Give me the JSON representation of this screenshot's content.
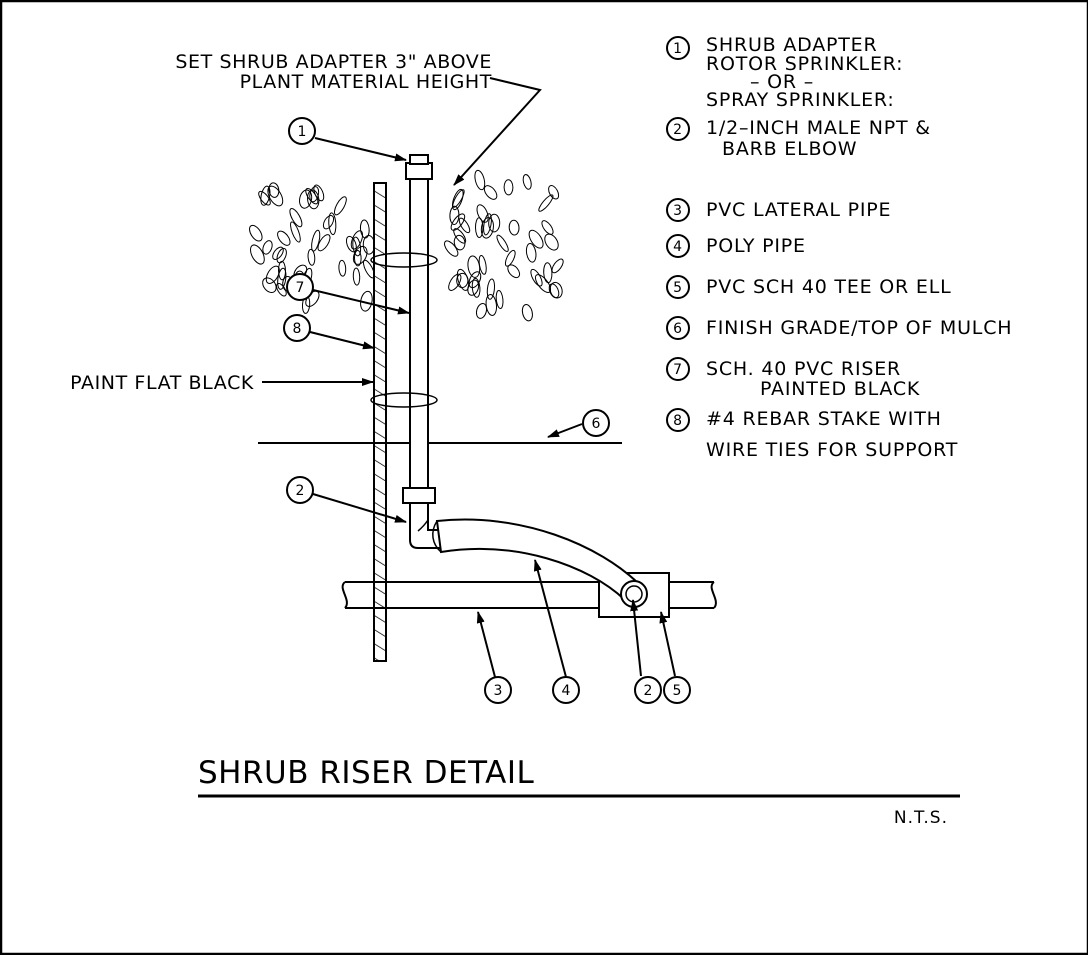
{
  "notes": {
    "shrub_adapter_height": [
      "SET SHRUB ADAPTER 3\" ABOVE",
      "PLANT MATERIAL HEIGHT"
    ],
    "paint": "PAINT FLAT BLACK"
  },
  "legend": [
    {
      "num": "1",
      "lines": [
        "SHRUB ADAPTER",
        "ROTOR SPRINKLER:",
        "– OR –",
        "SPRAY SPRINKLER:"
      ]
    },
    {
      "num": "2",
      "lines": [
        "1/2–INCH MALE NPT &",
        "BARB ELBOW"
      ]
    },
    {
      "num": "3",
      "lines": [
        "PVC LATERAL PIPE"
      ]
    },
    {
      "num": "4",
      "lines": [
        "POLY PIPE"
      ]
    },
    {
      "num": "5",
      "lines": [
        "PVC SCH 40 TEE OR ELL"
      ]
    },
    {
      "num": "6",
      "lines": [
        "FINISH GRADE/TOP OF MULCH"
      ]
    },
    {
      "num": "7",
      "lines": [
        "SCH. 40 PVC RISER",
        "PAINTED BLACK"
      ]
    },
    {
      "num": "8",
      "lines": [
        "#4 REBAR STAKE WITH",
        "WIRE TIES FOR SUPPORT"
      ]
    }
  ],
  "callouts": {
    "c1": "1",
    "c2_top": "2",
    "c2_bottom": "2",
    "c3": "3",
    "c4": "4",
    "c5": "5",
    "c6": "6",
    "c7": "7",
    "c8": "8"
  },
  "title": "SHRUB RISER DETAIL",
  "scale_note": "N.T.S."
}
